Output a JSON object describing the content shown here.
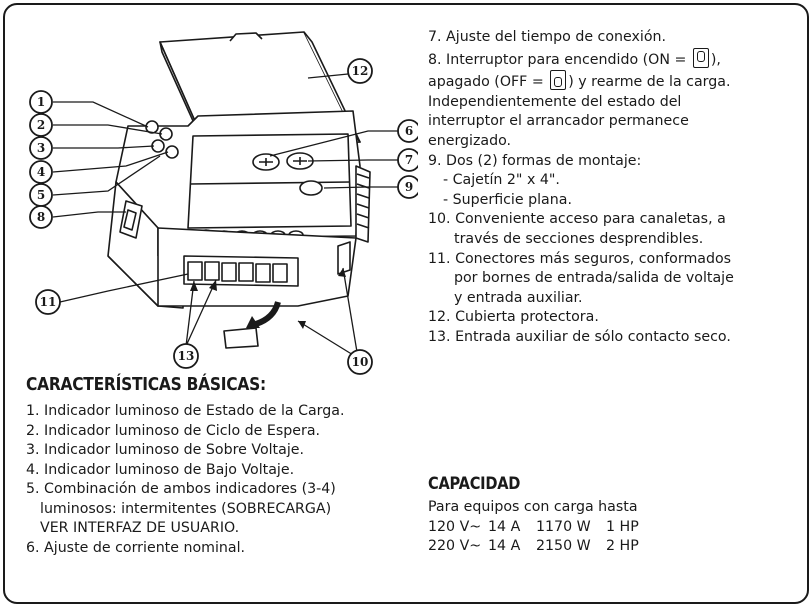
{
  "callouts": {
    "c1": "1",
    "c2": "2",
    "c3": "3",
    "c4": "4",
    "c5": "5",
    "c6": "6",
    "c7": "7",
    "c8": "8",
    "c9": "9",
    "c10": "10",
    "c11": "11",
    "c12": "12",
    "c13": "13"
  },
  "features": {
    "title": "CARACTERÍSTICAS BÁSICAS:",
    "items": [
      "1. Indicador luminoso de Estado de la Carga.",
      "2. Indicador luminoso de Ciclo de Espera.",
      "3. Indicador luminoso de Sobre Voltaje.",
      "4. Indicador luminoso de Bajo Voltaje.",
      "5. Combinación de ambos indicadores (3-4)",
      "luminosos: intermitentes (SOBRECARGA)",
      "VER INTERFAZ DE USUARIO.",
      "6. Ajuste de corriente nominal."
    ]
  },
  "right": {
    "i7": "7. Ajuste del tiempo de conexión.",
    "i8a_pre": "8. Interruptor para encendido (ON =",
    "i8a_post": "),",
    "i8b_pre": "apagado (OFF =",
    "i8b_post": ") y rearme de la carga.",
    "i8c": "Independientemente del estado del",
    "i8d": "interruptor el arrancador permanece",
    "i8e": "energizado.",
    "i9": "9. Dos (2) formas de montaje:",
    "i9a": "- Cajetín 2\" x 4\".",
    "i9b": "- Superficie plana.",
    "i10a": "10. Conveniente acceso para canaletas, a",
    "i10b": "través de secciones desprendibles.",
    "i11a": "11. Conectores más seguros, conformados",
    "i11b": "por bornes de entrada/salida de voltaje",
    "i11c": "y entrada auxiliar.",
    "i12": "12. Cubierta protectora.",
    "i13": "13. Entrada auxiliar de sólo contacto seco."
  },
  "capacity": {
    "title": "CAPACIDAD",
    "subtitle": "Para equipos con carga hasta",
    "rows": [
      {
        "voltage": "120 V~",
        "current": "14 A",
        "power": "1170 W",
        "hp": "1 HP"
      },
      {
        "voltage": "220 V~",
        "current": "14 A",
        "power": "2150 W",
        "hp": "2 HP"
      }
    ]
  }
}
